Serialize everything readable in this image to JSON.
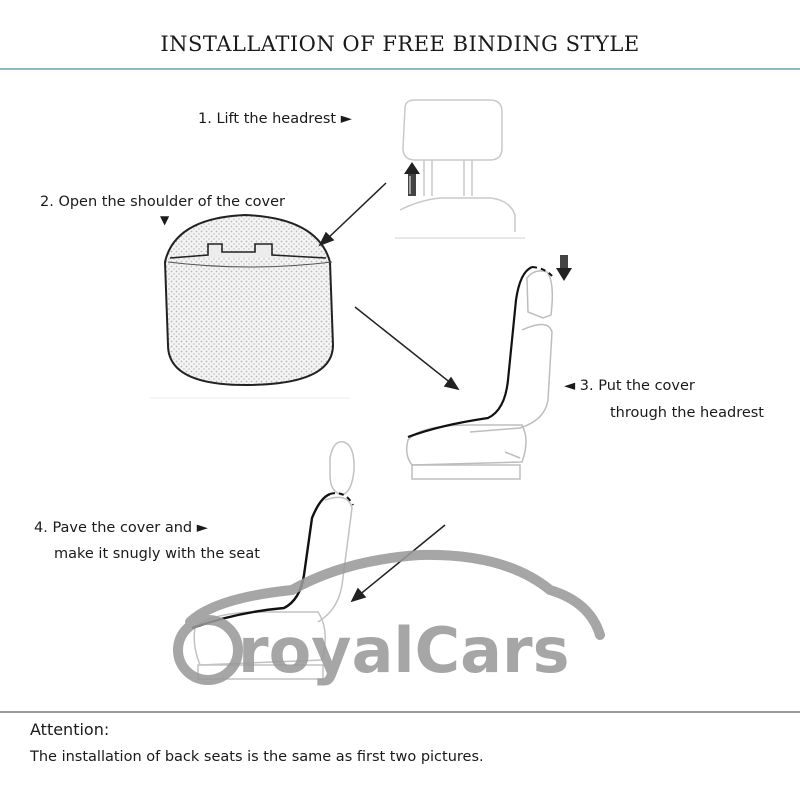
{
  "title": "INSTALLATION OF FREE BINDING STYLE",
  "steps": {
    "s1": "1. Lift the headrest ►",
    "s2": "2. Open the shoulder of the cover",
    "s2_marker": "▼",
    "s3_line1": "◄ 3. Put the cover",
    "s3_line2": "through the headrest",
    "s4_line1": "4. Pave the cover and  ►",
    "s4_line2": "make it snugly with the seat"
  },
  "watermark": "royalCars",
  "attention": {
    "heading": "Attention:",
    "text": "The installation of back seats is the same as first two pictures."
  },
  "colors": {
    "rule_top": "#8fb8bf",
    "watermark": "#9a9a9a"
  }
}
